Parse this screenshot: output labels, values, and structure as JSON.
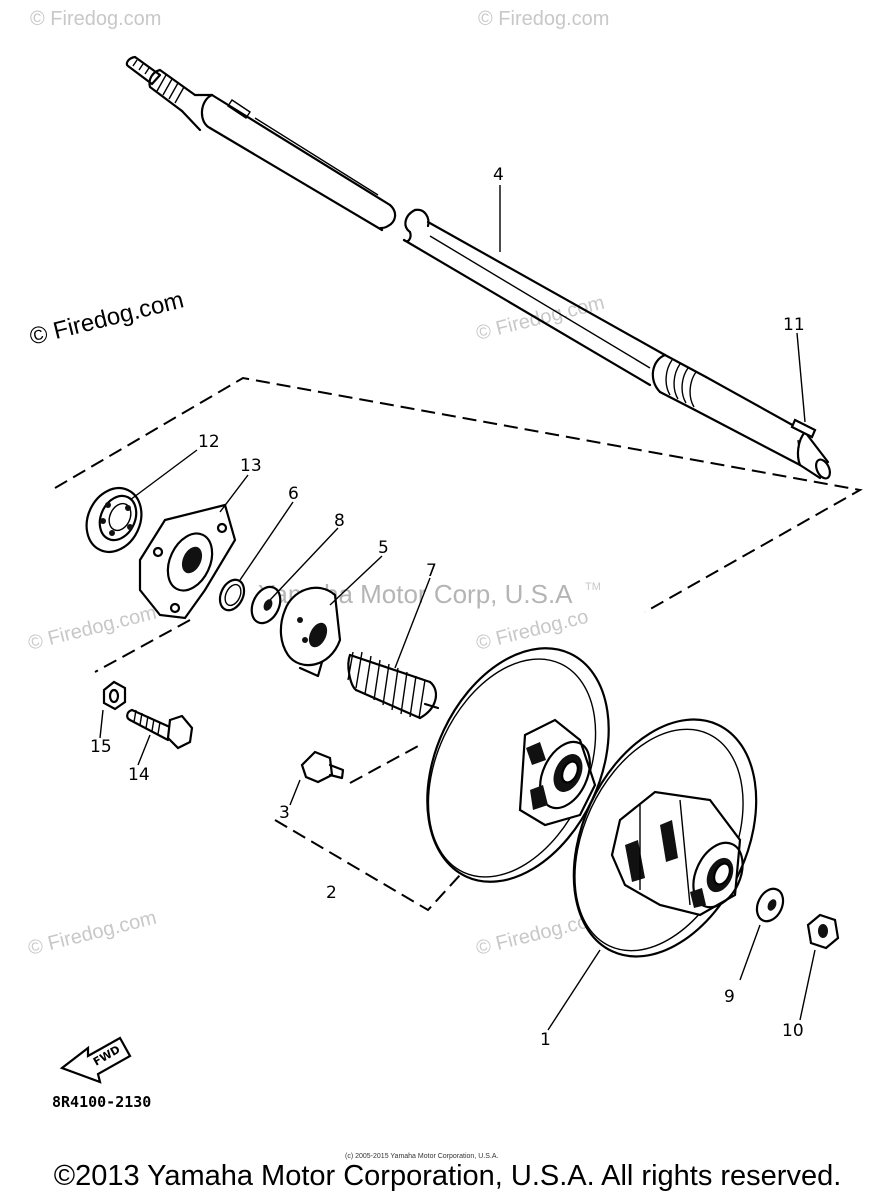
{
  "watermarks": {
    "firedog": "© Firedog.com",
    "firedog_short": "© Firedog.co",
    "brand": "Yamaha Motor Corp, U.S.A",
    "tm": "TM"
  },
  "callouts": [
    {
      "id": "1",
      "text": "1"
    },
    {
      "id": "2",
      "text": "2"
    },
    {
      "id": "3",
      "text": "3"
    },
    {
      "id": "4",
      "text": "4"
    },
    {
      "id": "5",
      "text": "5"
    },
    {
      "id": "6",
      "text": "6"
    },
    {
      "id": "7",
      "text": "7"
    },
    {
      "id": "8",
      "text": "8"
    },
    {
      "id": "9",
      "text": "9"
    },
    {
      "id": "10",
      "text": "10"
    },
    {
      "id": "11",
      "text": "11"
    },
    {
      "id": "12",
      "text": "12"
    },
    {
      "id": "13",
      "text": "13"
    },
    {
      "id": "14",
      "text": "14"
    },
    {
      "id": "15",
      "text": "15"
    }
  ],
  "fwd_label": "FWD",
  "diagram_number": "8R4100-2130",
  "small_copyright": "(c) 2005-2015 Yamaha Motor Corporation, U.S.A.",
  "footer_copyright": "©2013 Yamaha Motor Corporation, U.S.A. All rights reserved."
}
